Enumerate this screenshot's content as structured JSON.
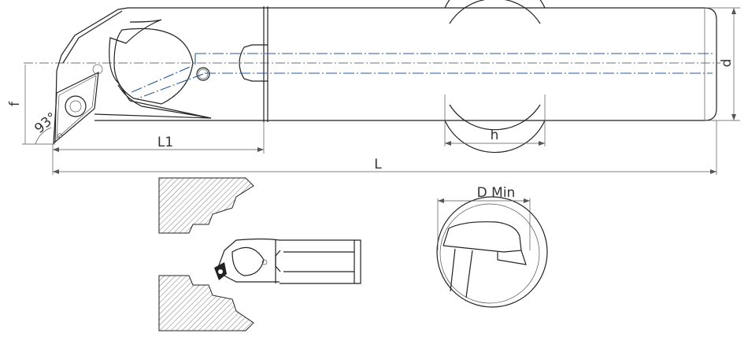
{
  "dimensions": {
    "f": "f",
    "angle": "93°",
    "L1": "L1",
    "L": "L",
    "h": "h",
    "d": "d",
    "d_min": "D Min"
  },
  "colors": {
    "line": "#222222",
    "coolant": "#2a5a9a"
  }
}
